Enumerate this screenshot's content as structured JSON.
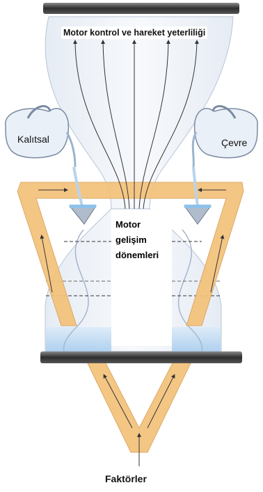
{
  "title": "Motor kontrol ve hareket yeterliliği",
  "left_label": "Kalıtsal",
  "right_label": "Çevre",
  "center_label_lines": [
    "Motor",
    "gelişim",
    "dönemleri"
  ],
  "bottom_label": "Faktörler",
  "colors": {
    "frame": "#f4c27a",
    "frame_edge": "#d9a35a",
    "glass": "#eef2f8",
    "glass_edge": "#9fb0c8",
    "water": "#c5def3",
    "plate": "#3a3a3a"
  },
  "icons": [
    "left-pitcher-icon",
    "right-pitcher-icon",
    "left-funnel-icon",
    "right-funnel-icon"
  ]
}
